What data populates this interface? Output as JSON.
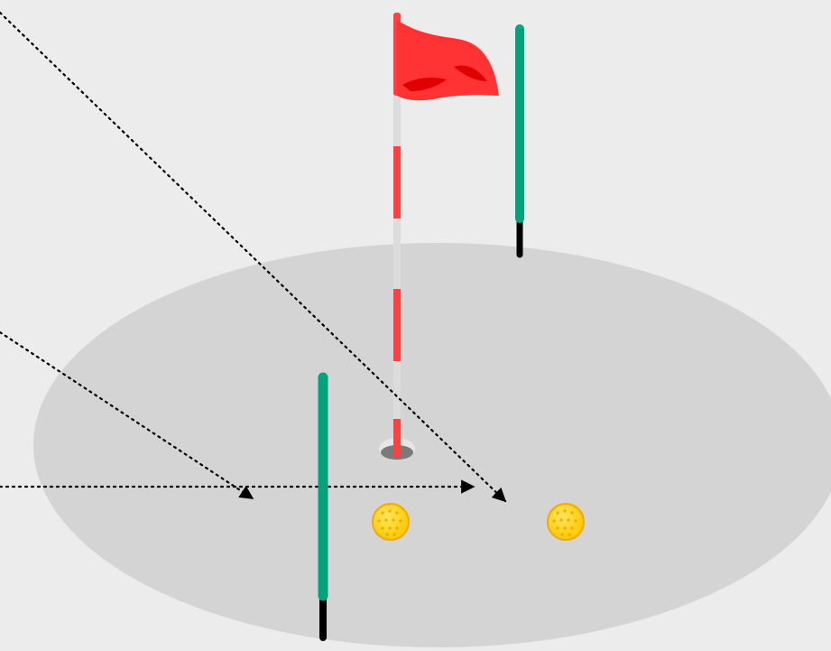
{
  "scene": {
    "type": "golf-putting-green",
    "colors": {
      "background": "#ececec",
      "green": "#d4d4d4",
      "flag": "#ff3333",
      "flag_shade": "#e00000",
      "pole_red": "#ff4040",
      "pole_white": "#dcdcdc",
      "post_green": "#00a37c",
      "post_black": "#000000",
      "ball": "#ffd400",
      "ball_outline": "#f2a900",
      "arrow": "#000000"
    },
    "objects": {
      "flag": {
        "icon": "flag-icon",
        "interactable": false
      },
      "hole": {
        "icon": "hole-icon",
        "interactable": false
      },
      "posts": [
        {
          "name": "post-back",
          "icon": "marker-post-icon"
        },
        {
          "name": "post-front",
          "icon": "marker-post-icon"
        }
      ],
      "balls": [
        {
          "name": "golf-ball-left",
          "icon": "golf-ball-icon"
        },
        {
          "name": "golf-ball-right",
          "icon": "golf-ball-icon"
        }
      ],
      "trajectories": [
        {
          "name": "trajectory-arrow-top",
          "style": "dotted"
        },
        {
          "name": "trajectory-arrow-middle",
          "style": "dotted"
        },
        {
          "name": "trajectory-arrow-bottom",
          "style": "dotted"
        }
      ]
    }
  }
}
